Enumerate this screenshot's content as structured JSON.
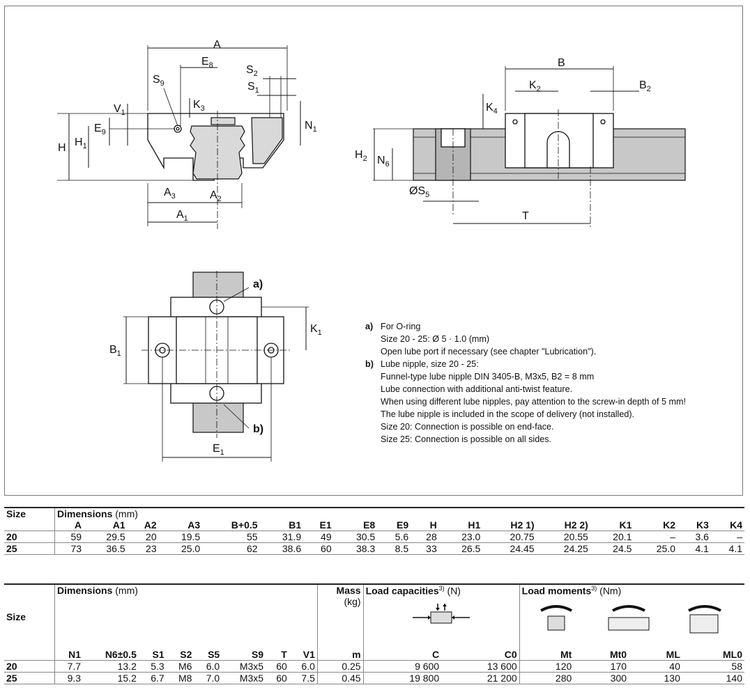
{
  "drawing": {
    "labels": {
      "A": "A",
      "E": "E",
      "S": "S",
      "V": "V",
      "K": "K",
      "H": "H",
      "N": "N",
      "B": "B",
      "T": "T",
      "sub1": "1",
      "sub2": "2",
      "sub3": "3",
      "sub4": "4",
      "sub6": "6",
      "sub8": "8",
      "sub9": "9",
      "sub5": "5",
      "phiS": "ØS",
      "callout_a": "a)",
      "callout_b": "b)"
    }
  },
  "notes": {
    "a_key": "a)",
    "a_lines": [
      "For O-ring",
      "Size 20 - 25: Ø 5 · 1.0 (mm)",
      "Open lube port if necessary (see chapter \"Lubrication\")."
    ],
    "b_key": "b)",
    "b_lines": [
      "Lube nipple, size 20 - 25:",
      "Funnel-type lube nipple DIN 3405-B, M3x5, B2 = 8 mm",
      "Lube connection with additional anti-twist feature.",
      "When using different lube nipples, pay attention to the screw-in depth of 5 mm!",
      "The lube nipple is included in the scope of delivery (not installed).",
      "Size 20: Connection is possible on end-face.",
      "Size 25: Connection is possible on all sides."
    ]
  },
  "table1": {
    "size_label": "Size",
    "dims_label": "Dimensions",
    "dims_unit": "(mm)",
    "columns": [
      "A",
      "A1",
      "A2",
      "A3",
      "B+0.5",
      "B1",
      "E1",
      "E8",
      "E9",
      "H",
      "H1",
      "H2 1)",
      "H2 2)",
      "K1",
      "K2",
      "K3",
      "K4"
    ],
    "rows": [
      {
        "size": "20",
        "values": [
          "59",
          "29.5",
          "20",
          "19.5",
          "55",
          "31.9",
          "49",
          "30.5",
          "5.6",
          "28",
          "23.0",
          "20.75",
          "20.55",
          "20.1",
          "–",
          "3.6",
          "–"
        ]
      },
      {
        "size": "25",
        "values": [
          "73",
          "36.5",
          "23",
          "25.0",
          "62",
          "38.6",
          "60",
          "38.3",
          "8.5",
          "33",
          "26.5",
          "24.45",
          "24.25",
          "24.5",
          "25.0",
          "4.1",
          "4.1"
        ]
      }
    ]
  },
  "table2": {
    "size_label": "Size",
    "dims_label": "Dimensions",
    "dims_unit": "(mm)",
    "mass_label": "Mass",
    "mass_unit": "(kg)",
    "load_cap_label": "Load capacities",
    "load_cap_sup": "3)",
    "load_cap_unit": "(N)",
    "load_mom_label": "Load moments",
    "load_mom_sup": "3)",
    "load_mom_unit": "(Nm)",
    "columns": [
      "N1",
      "N6±0.5",
      "S1",
      "S2",
      "S5",
      "S9",
      "T",
      "V1",
      "m",
      "C",
      "C0",
      "Mt",
      "Mt0",
      "ML",
      "ML0"
    ],
    "rows": [
      {
        "size": "20",
        "values": [
          "7.7",
          "13.2",
          "5.3",
          "M6",
          "6.0",
          "M3x5",
          "60",
          "6.0",
          "0.25",
          "9 600",
          "13 600",
          "120",
          "170",
          "40",
          "58"
        ]
      },
      {
        "size": "25",
        "values": [
          "9.3",
          "15.2",
          "6.7",
          "M8",
          "7.0",
          "M3x5",
          "60",
          "7.5",
          "0.45",
          "19 800",
          "21 200",
          "280",
          "300",
          "130",
          "140"
        ]
      }
    ]
  }
}
